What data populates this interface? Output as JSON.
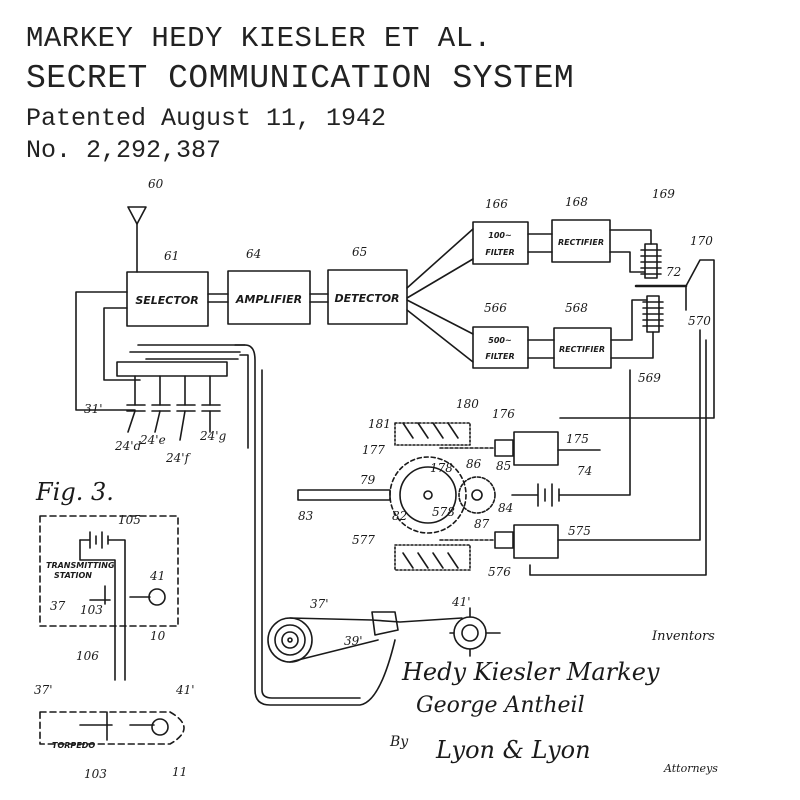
{
  "header": {
    "inventors_line": "MARKEY HEDY KIESLER ET AL.",
    "title": "SECRET COMMUNICATION SYSTEM",
    "patented": "Patented August 11, 1942",
    "number": "No. 2,292,387"
  },
  "diagram": {
    "blocks": {
      "selector": "SELECTOR",
      "amplifier": "AMPLIFIER",
      "detector": "DETECTOR",
      "filter_100": "100~",
      "filter_100_b": "FILTER",
      "filter_500": "500~",
      "filter_500_b": "FILTER",
      "rectifier_168": "RECTIFIER",
      "rectifier_568": "RECTIFIER"
    },
    "refs": {
      "r60": "60",
      "r61": "61",
      "r64": "64",
      "r65": "65",
      "r166": "166",
      "r168": "168",
      "r169": "169",
      "r170": "170",
      "r72": "72",
      "r566": "566",
      "r568": "568",
      "r569": "569",
      "r570": "570",
      "r31": "31'",
      "r24d": "24'd",
      "r24e": "24'e",
      "r24f": "24'f",
      "r24g": "24'g",
      "r181": "181",
      "r180": "180",
      "r176": "176",
      "r175": "175",
      "r177": "177",
      "r178": "178",
      "r79": "79",
      "r86": "86",
      "r85": "85",
      "r74": "74",
      "r83": "83",
      "r82": "82",
      "r578": "578",
      "r87": "87",
      "r84": "84",
      "r577": "577",
      "r575": "575",
      "r576": "576",
      "r37p": "37'",
      "r39p": "39'",
      "r41p": "41'"
    },
    "fig3": {
      "caption": "Fig. 3.",
      "r105": "105",
      "transmitting": "TRANSMITTING",
      "station": "STATION",
      "r41": "41",
      "r37": "37",
      "r103": "103",
      "r10": "10",
      "r106": "106",
      "r37b": "37'",
      "r41b": "41'",
      "torpedo": "TORPEDO",
      "r103b": "103",
      "r11": "11"
    },
    "signatures": {
      "inventors": "Inventors",
      "name1": "Hedy Kiesler Markey",
      "name2": "George Antheil",
      "by": "By",
      "attorneys_sig": "Lyon & Lyon",
      "attorneys": "Attorneys"
    }
  }
}
